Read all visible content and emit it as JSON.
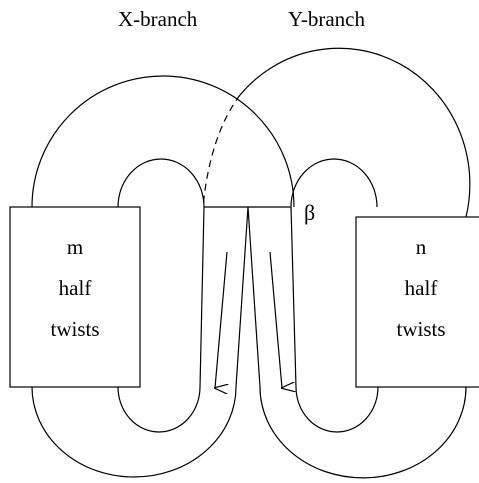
{
  "labels": {
    "x_branch": "X-branch",
    "y_branch": "Y-branch",
    "beta": "β"
  },
  "left_box": {
    "line1": "m",
    "line2": "half",
    "line3": "twists"
  },
  "right_box": {
    "line1": "n",
    "line2": "half",
    "line3": "twists"
  },
  "colors": {
    "ink": "#000000",
    "background": "#ffffff"
  }
}
